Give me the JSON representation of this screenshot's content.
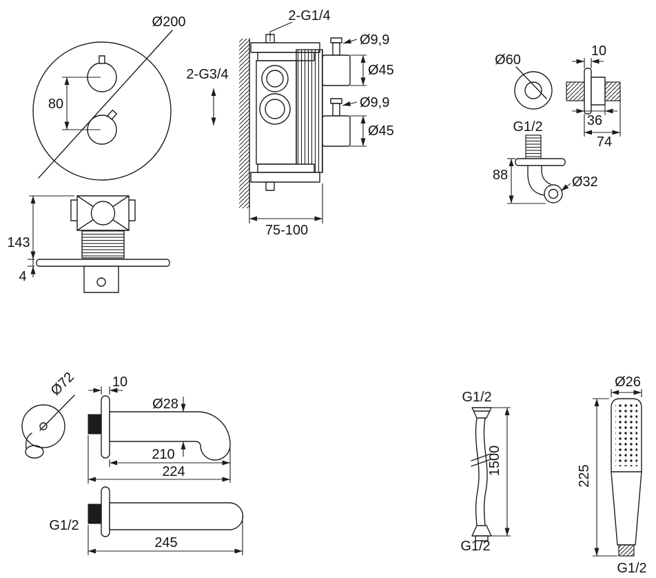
{
  "drawing": {
    "faceplate": {
      "diameter": "Ø200",
      "handle_spacing": "80"
    },
    "mixer": {
      "top_connections": "2-G1/4",
      "side_connections": "2-G3/4",
      "spindle_top": "Ø9,9",
      "cap_top": "Ø45",
      "spindle_bottom": "Ø9,9",
      "cap_bottom": "Ø45",
      "install_depth": "75-100",
      "body_height": "143",
      "plate_thickness": "4"
    },
    "wall_outlet": {
      "rosette_diameter": "Ø60",
      "rosette_thickness": "10",
      "thread": "G1/2",
      "body_depth": "36",
      "total_depth": "74",
      "height": "88",
      "outlet_diameter": "Ø32"
    },
    "spout": {
      "rosette_diameter": "Ø72",
      "rosette_thickness": "10",
      "tube_diameter": "Ø28",
      "tube_length": "210",
      "total_length": "224",
      "thread": "G1/2",
      "long_length": "245"
    },
    "hose": {
      "thread_top": "G1/2",
      "length": "1500",
      "thread_bottom": "G1/2"
    },
    "hand_shower": {
      "head_diameter": "Ø26",
      "length": "225",
      "thread": "G1/2"
    }
  }
}
